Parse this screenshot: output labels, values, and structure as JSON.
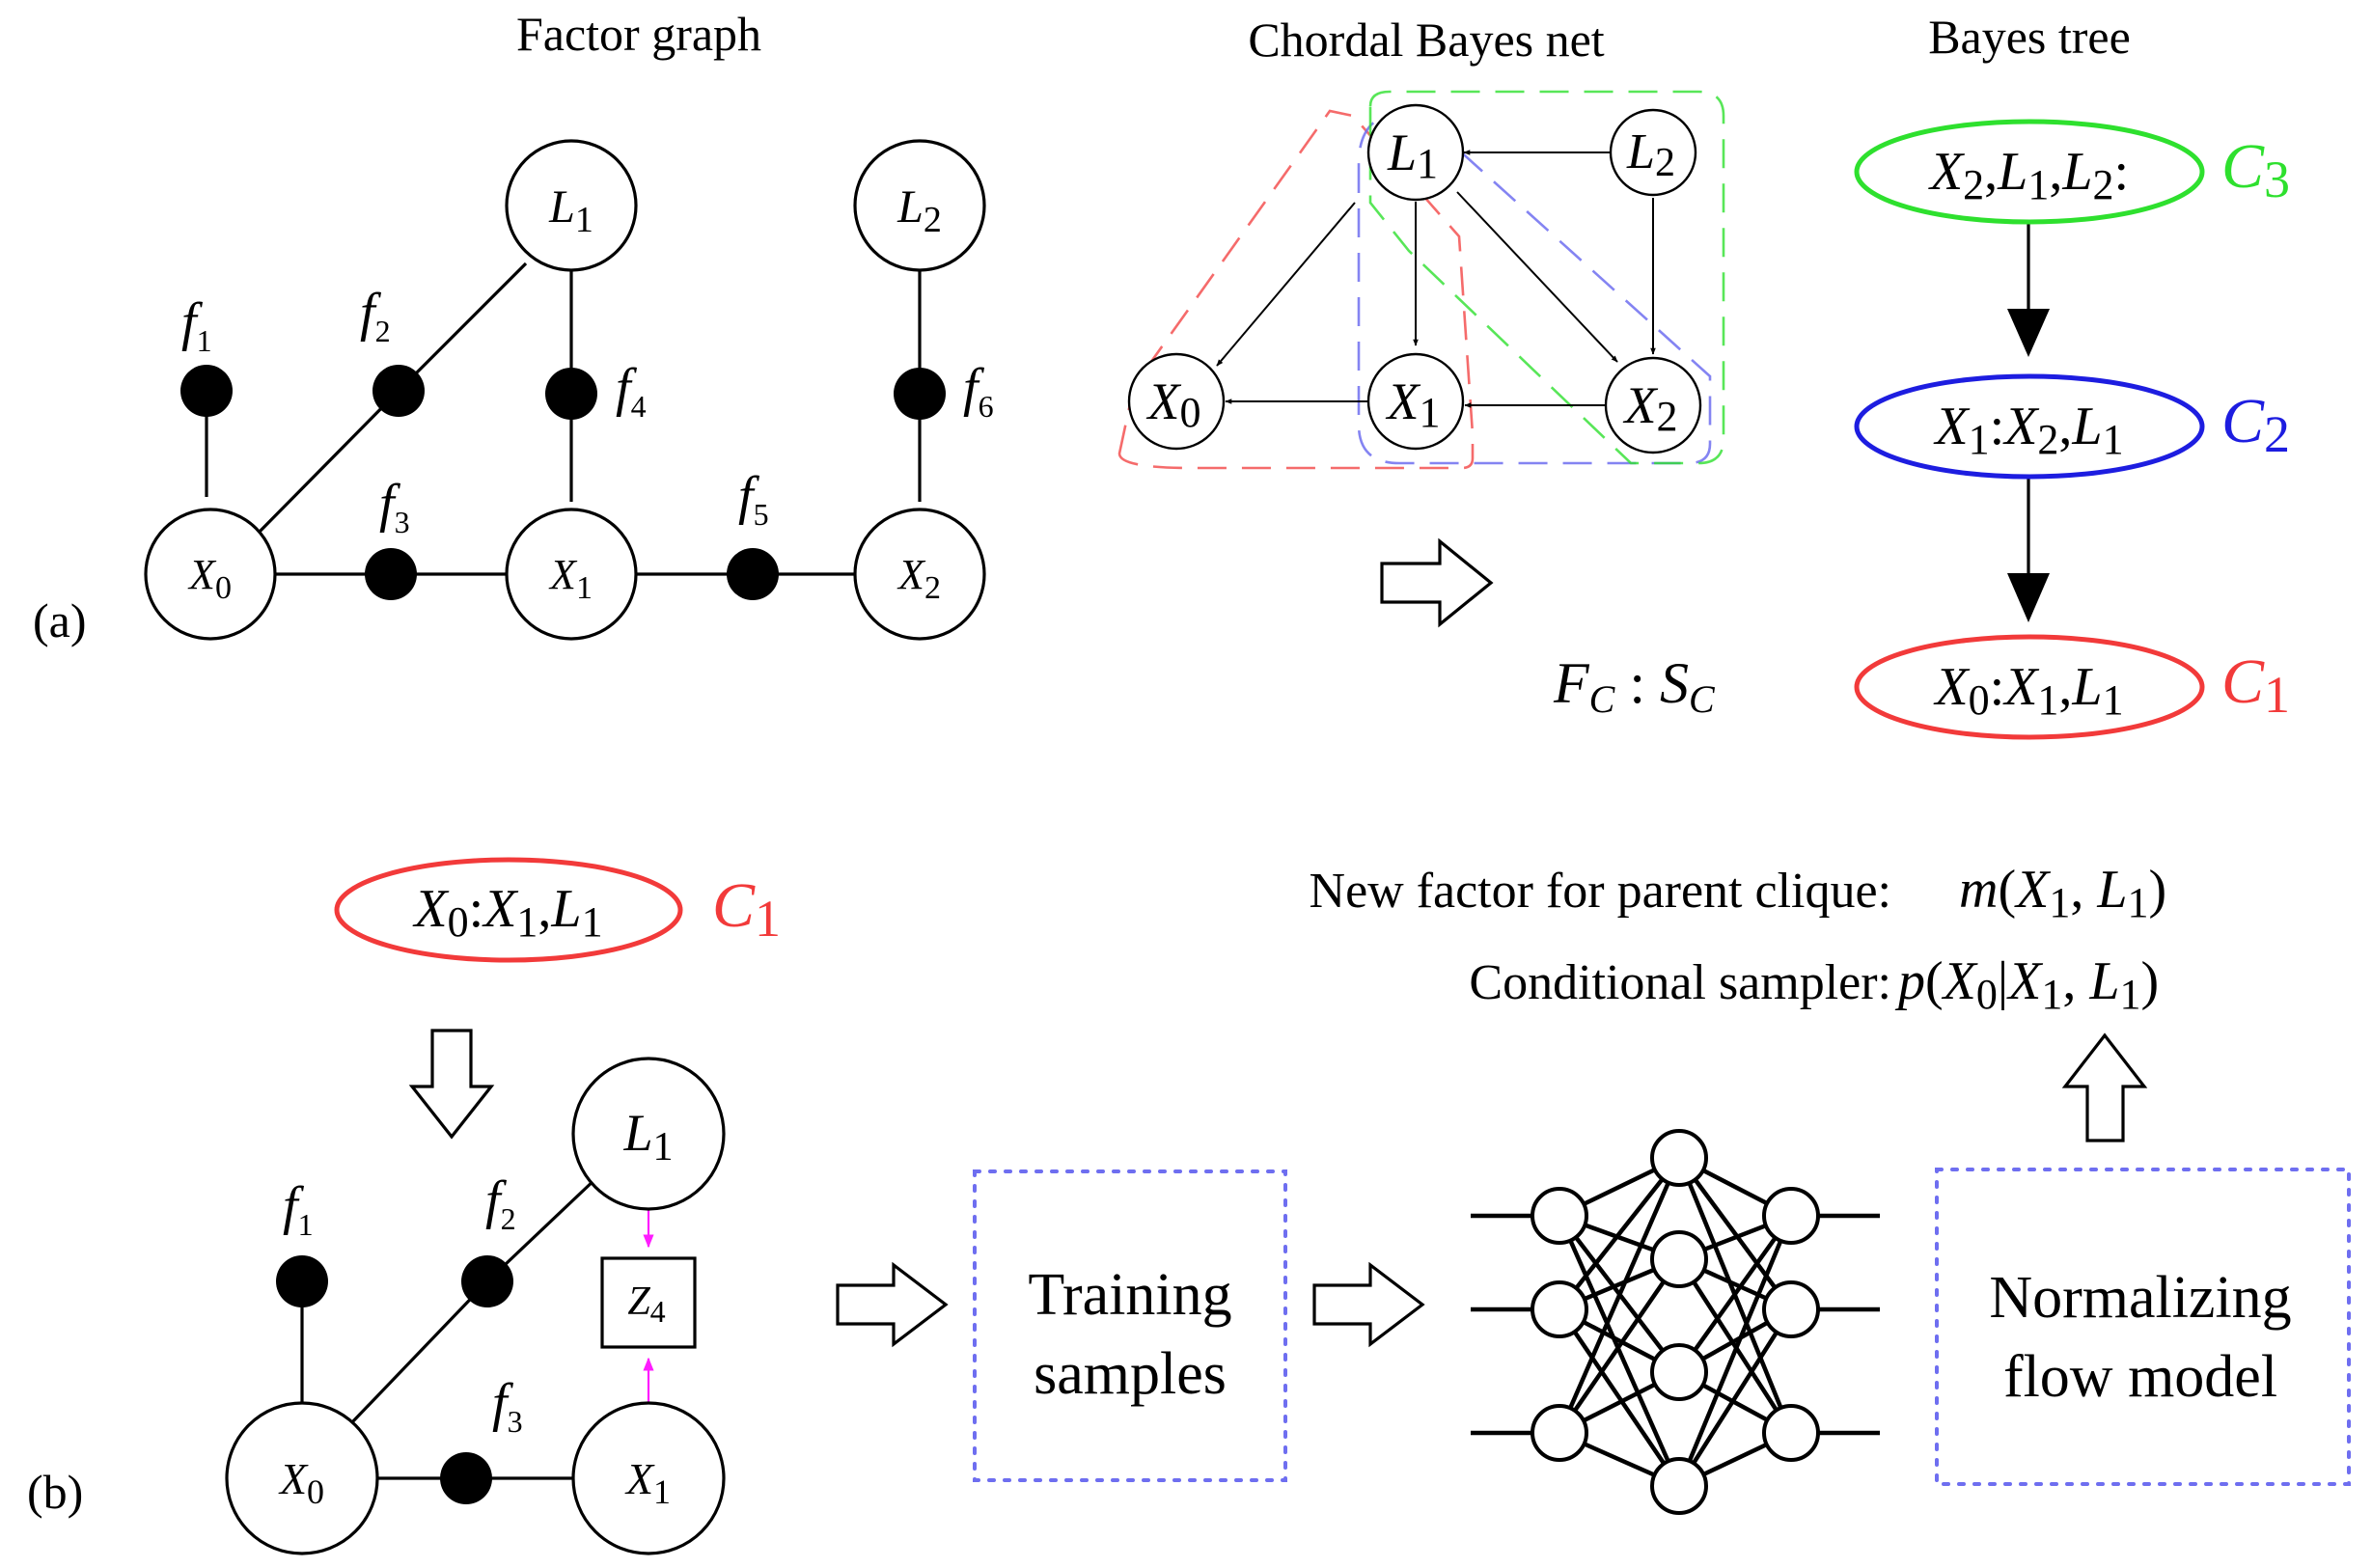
{
  "colors": {
    "red": "#f23a3a",
    "green": "#2ee02e",
    "blue": "#1d1de0",
    "magenta": "#ff1cff",
    "purple": "#6e6ef0"
  },
  "panel_a": {
    "label": "(a)",
    "factor_graph": {
      "title": "Factor graph",
      "vars": {
        "L1": {
          "b": "L",
          "s": "1"
        },
        "L2": {
          "b": "L",
          "s": "2"
        },
        "X0": {
          "b": "X",
          "s": "0"
        },
        "X1": {
          "b": "X",
          "s": "1"
        },
        "X2": {
          "b": "X",
          "s": "2"
        }
      },
      "factors": {
        "f1": {
          "b": "f",
          "s": "1"
        },
        "f2": {
          "b": "f",
          "s": "2"
        },
        "f3": {
          "b": "f",
          "s": "3"
        },
        "f4": {
          "b": "f",
          "s": "4"
        },
        "f5": {
          "b": "f",
          "s": "5"
        },
        "f6": {
          "b": "f",
          "s": "6"
        }
      }
    },
    "bayes_net": {
      "title": "Chordal Bayes net",
      "L1": {
        "b": "L",
        "s": "1"
      },
      "L2": {
        "b": "L",
        "s": "2"
      },
      "X0": {
        "b": "X",
        "s": "0"
      },
      "X1": {
        "b": "X",
        "s": "1"
      },
      "X2": {
        "b": "X",
        "s": "2"
      }
    },
    "bayes_tree": {
      "title": "Bayes tree",
      "legend": {
        "F": "F",
        "F_sub": "C",
        "colon": " : ",
        "S": "S",
        "S_sub": "C"
      },
      "C3": {
        "b": "C",
        "s": "3"
      },
      "C2": {
        "b": "C",
        "s": "2"
      },
      "C1": {
        "b": "C",
        "s": "1"
      }
    }
  },
  "panel_b": {
    "label": "(b)",
    "clique": {
      "b": "C",
      "s": "1"
    },
    "subgraph": {
      "L1": {
        "b": "L",
        "s": "1"
      },
      "X0": {
        "b": "X",
        "s": "0"
      },
      "X1": {
        "b": "X",
        "s": "1"
      },
      "Z4": {
        "b": "Z",
        "s": "4"
      },
      "f1": {
        "b": "f",
        "s": "1"
      },
      "f2": {
        "b": "f",
        "s": "2"
      },
      "f3": {
        "b": "f",
        "s": "3"
      }
    },
    "training_box": {
      "line1": "Training",
      "line2": "samples"
    },
    "flow_box": {
      "line1": "Normalizing",
      "line2": "flow model"
    },
    "outputs": {
      "new_factor_label": "New factor for parent clique:",
      "new_factor_expr": "m(X1, L1)",
      "sampler_label": "Conditional sampler:",
      "sampler_expr": "p(X0|X1, L1)"
    }
  }
}
